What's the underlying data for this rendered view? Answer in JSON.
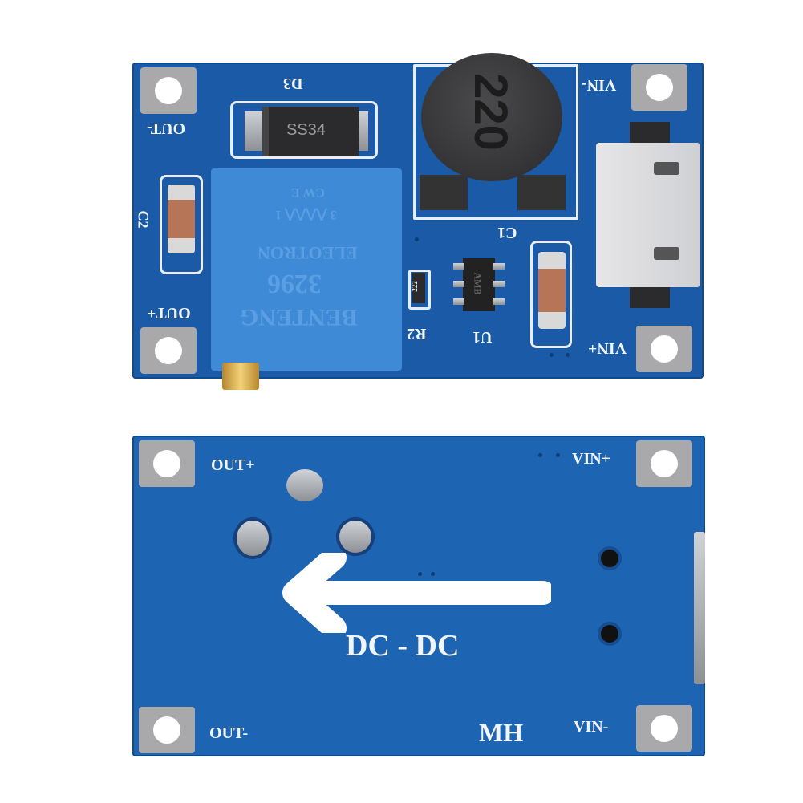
{
  "image": {
    "subject": "DC-DC boost converter module, top and bottom views",
    "background_color": "#ffffff",
    "pcb_color": "#1a5aa6",
    "pad_color": "#a9a9ab",
    "silkscreen_color": "#f2f5fa"
  },
  "top_board": {
    "pin_labels": {
      "out_minus": "OUT-",
      "out_plus": "OUT+",
      "vin_minus": "VIN-",
      "vin_plus": "VIN+"
    },
    "designators": {
      "diode": "D3",
      "cap_out": "C2",
      "cap_in": "C1",
      "resistor": "R2",
      "ic": "U1"
    },
    "diode_marking": "SS34",
    "inductor_marking": "220",
    "resistor_marking": "222",
    "ic_marking": "AMB",
    "potentiometer": {
      "line1": "CW  E",
      "line2": "3 ⋀⋀⋀⋀ 1",
      "line3": "ELEOTRON",
      "line4": "3296",
      "line5": "BENTENG"
    },
    "connector": "micro-USB"
  },
  "bottom_board": {
    "pin_labels": {
      "out_plus": "OUT+",
      "out_minus": "OUT-",
      "vin_plus": "VIN+",
      "vin_minus": "VIN-"
    },
    "center_label": "DC - DC",
    "maker_label": "MH",
    "arrow_direction": "left"
  }
}
